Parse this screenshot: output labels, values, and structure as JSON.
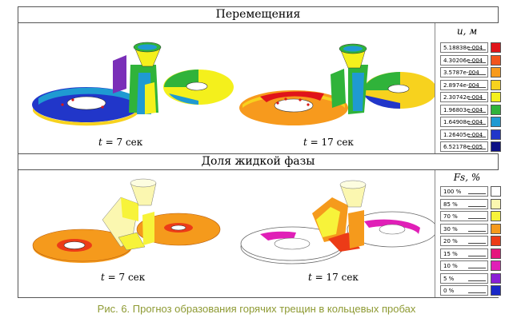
{
  "top_panel": {
    "title": "Перемещения",
    "legend_title": "u, м",
    "legend": [
      {
        "label": "5.18838e-004",
        "color": "#e0141a"
      },
      {
        "label": "4.30206e-004",
        "color": "#f2541c"
      },
      {
        "label": "3.5787e-004",
        "color": "#f79a1d"
      },
      {
        "label": "2.8974e-004",
        "color": "#f7d21e"
      },
      {
        "label": "2.30742e-004",
        "color": "#f4f01c"
      },
      {
        "label": "1.96803e-004",
        "color": "#30b33a"
      },
      {
        "label": "1.64908e-004",
        "color": "#1f9ad2"
      },
      {
        "label": "1.26405e-004",
        "color": "#2136c9"
      },
      {
        "label": "6.52178e-005",
        "color": "#0b0f85"
      }
    ],
    "time_left": {
      "var": "t",
      "rest": " = 7 сек"
    },
    "time_right": {
      "var": "t",
      "rest": " = 17 сек"
    }
  },
  "bottom_panel": {
    "title": "Доля жидкой фазы",
    "legend_title": "Fs, %",
    "legend": [
      {
        "label": "100 %",
        "color": "#ffffff"
      },
      {
        "label": "85 %",
        "color": "#fbf7b0"
      },
      {
        "label": "70 %",
        "color": "#f7f33a"
      },
      {
        "label": "30 %",
        "color": "#f59a1c"
      },
      {
        "label": "20 %",
        "color": "#ec3b17"
      },
      {
        "label": "15 %",
        "color": "#e5157d"
      },
      {
        "label": "10 %",
        "color": "#e01fb7"
      },
      {
        "label": "5 %",
        "color": "#8a1fd6"
      },
      {
        "label": "0 %",
        "color": "#1a28c8"
      }
    ],
    "time_left": {
      "var": "t",
      "rest": " = 7 сек"
    },
    "time_right": {
      "var": "t",
      "rest": " = 17 сек"
    }
  },
  "caption": "Рис. 6. Прогноз образования горячих трещин в кольцевых пробах"
}
